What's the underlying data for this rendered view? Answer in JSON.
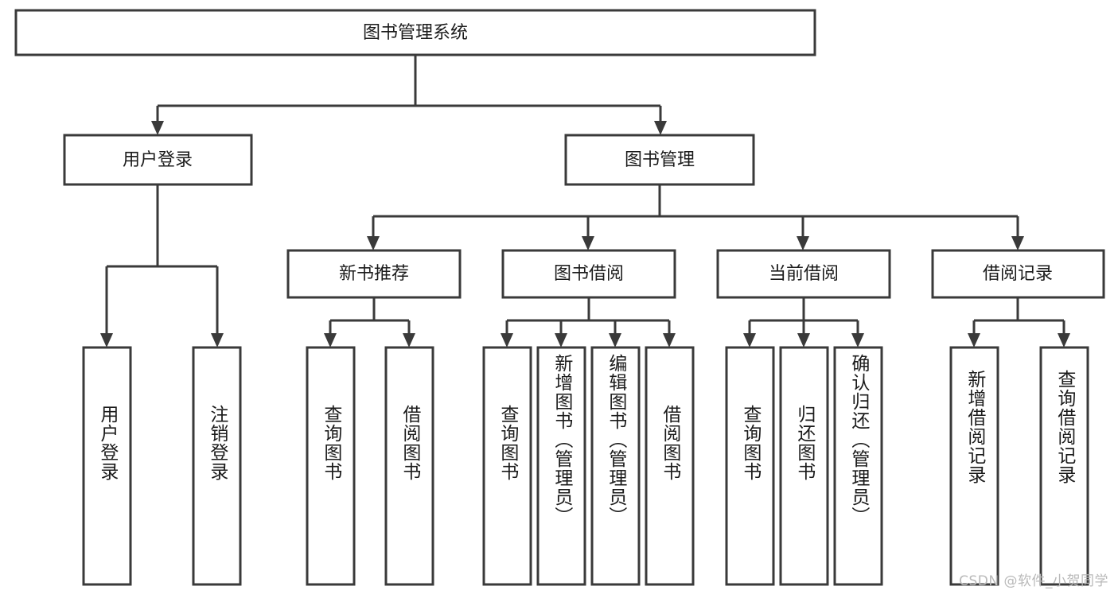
{
  "diagram": {
    "type": "tree-hierarchy",
    "title": "图书管理系统",
    "orientation": "top-down",
    "colors": {
      "box_stroke": "#3a3a3a",
      "box_fill": "#ffffff",
      "text": "#1b1b1b",
      "background": "#ffffff",
      "watermark": "#b9b9b9"
    },
    "root": {
      "label": "图书管理系统"
    },
    "level2": [
      {
        "label": "用户登录"
      },
      {
        "label": "图书管理"
      }
    ],
    "level3": [
      {
        "label": "新书推荐"
      },
      {
        "label": "图书借阅"
      },
      {
        "label": "当前借阅"
      },
      {
        "label": "借阅记录"
      }
    ],
    "leaves": {
      "user_login": [
        {
          "label": "用户登录"
        },
        {
          "label": "注销登录"
        }
      ],
      "new_book_recommend": [
        {
          "label": "查询图书"
        },
        {
          "label": "借阅图书"
        }
      ],
      "book_borrow": [
        {
          "label": "查询图书"
        },
        {
          "label": "新增图书（管理员）"
        },
        {
          "label": "编辑图书（管理员）"
        },
        {
          "label": "借阅图书"
        }
      ],
      "current_borrow": [
        {
          "label": "查询图书"
        },
        {
          "label": "归还图书"
        },
        {
          "label": "确认归还（管理员）"
        }
      ],
      "borrow_record": [
        {
          "label": "新增借阅记录"
        },
        {
          "label": "查询借阅记录"
        }
      ]
    }
  },
  "watermark": {
    "text": "CSDN @软件_小贺同学"
  }
}
